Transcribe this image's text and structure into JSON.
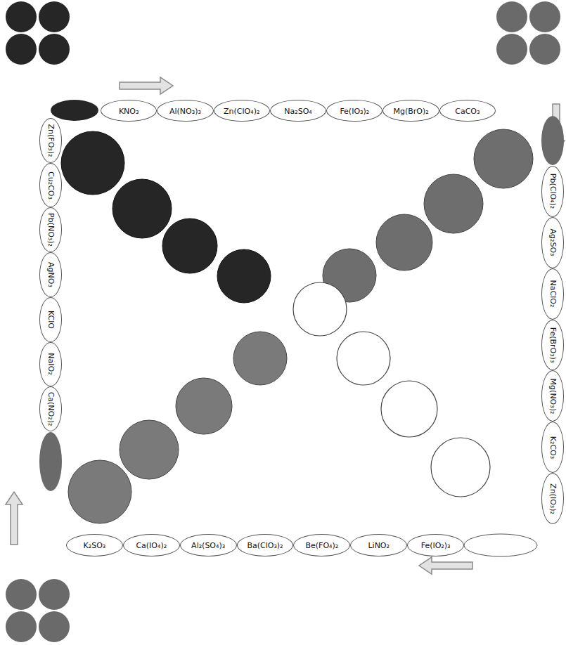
{
  "diagram": {
    "nodes": [
      {
        "text": [
          "KNO₃"
        ]
      },
      {
        "text": [
          "Al(NO₃)₃"
        ]
      },
      {
        "text": [
          "Zn(ClO₄)₂"
        ]
      },
      {
        "text": [
          "Na₂SO₄"
        ]
      },
      {
        "text": [
          "Fe(IO₃)₂"
        ]
      },
      {
        "text": [
          "Mg(BrO)₂"
        ]
      },
      {
        "text": [
          "CaCO₃"
        ]
      },
      {
        "text": [
          "Pb(ClO₄)₂"
        ]
      },
      {
        "text": [
          "Ag₂SO₃"
        ]
      },
      {
        "text": [
          "NaClO₂"
        ]
      },
      {
        "text": [
          "Fe(BrO₃)₃"
        ]
      },
      {
        "text": [
          "Mg(NO₃)₂"
        ]
      },
      {
        "text": [
          "K₂CO₃"
        ]
      },
      {
        "text": [
          "Zn(IO₃)₂"
        ]
      },
      {
        "text": [
          "K₂SO₃"
        ]
      },
      {
        "text": [
          "Ca(IO₄)₂"
        ]
      },
      {
        "text": [
          "Al₂(SO₄)₃"
        ]
      },
      {
        "text": [
          "Ba(ClO₃)₂"
        ]
      },
      {
        "text": [
          "Be(FO₄)₂"
        ]
      },
      {
        "text": [
          "LiNO₂"
        ]
      },
      {
        "text": [
          "Fe(IO₂)₃"
        ]
      },
      {
        "text": [
          "Zn(FO₃)₂"
        ]
      },
      {
        "text": [
          "Cu₂CO₃"
        ]
      },
      {
        "text": [
          "Pb(NO₃)₂"
        ]
      },
      {
        "text": [
          "AgNO₃"
        ]
      },
      {
        "text": [
          "KClO"
        ]
      },
      {
        "text": [
          "NaIO₂"
        ]
      },
      {
        "text": [
          "Ca(NO₂)₂"
        ]
      }
    ]
  }
}
